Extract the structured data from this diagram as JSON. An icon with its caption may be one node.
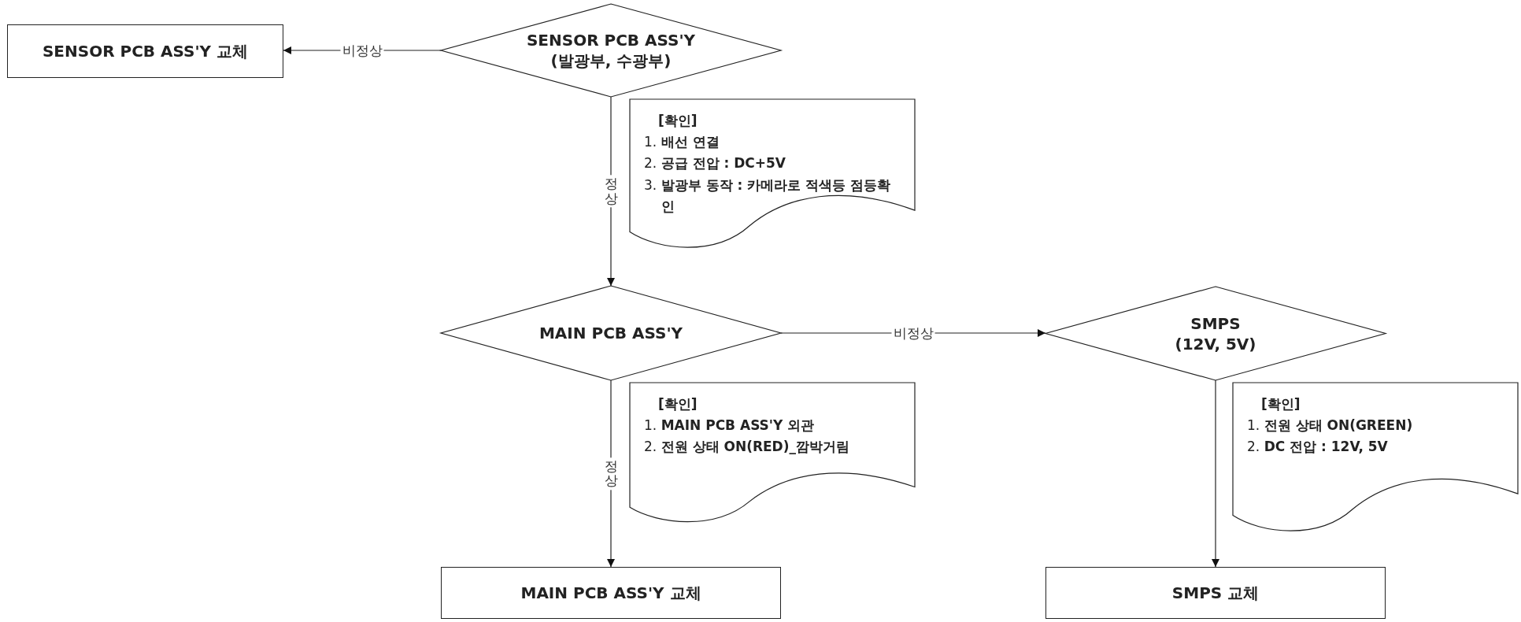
{
  "diagram": {
    "nodes": [
      {
        "text": [
          "SENSOR PCB ASS'Y 교체"
        ]
      },
      {
        "text": [
          "SENSOR PCB ASS'Y (발광부, 수광부)"
        ]
      },
      {
        "text": [
          "[확인]",
          "1. **배선 연결**",
          "2. **공급 전압 : DC+5V**",
          "3. **발광부 동작 : 카메라로 적색등 점등확인**"
        ]
      },
      {
        "text": [
          "MAIN PCB ASS'Y"
        ]
      },
      {
        "text": [
          "[확인]",
          "1. **MAIN PCB ASS'Y 외관**",
          "2. **전원 상태 ON(RED)_깜박거림**"
        ]
      },
      {
        "text": [
          "MAIN PCB ASS'Y 교체"
        ]
      },
      {
        "text": [
          "SMPS (12V, 5V)"
        ]
      },
      {
        "text": [
          "[확인]",
          "1. **전원 상태 ON(GREEN)**",
          "2. **DC 전압 : 12V, 5V**"
        ]
      },
      {
        "text": [
          "SMPS 교체"
        ]
      }
    ],
    "edges": [
      {
        "from": 1,
        "to": 0,
        "arrow": "to",
        "label": "비정상"
      },
      {
        "from": 1,
        "to": 3,
        "arrow": "to",
        "label": "정상"
      },
      {
        "from": 3,
        "to": 6,
        "arrow": "to",
        "label": "비정상"
      },
      {
        "from": 3,
        "to": 5,
        "arrow": "to",
        "label": "정상"
      },
      {
        "from": 6,
        "to": 8,
        "arrow": "to"
      }
    ]
  }
}
